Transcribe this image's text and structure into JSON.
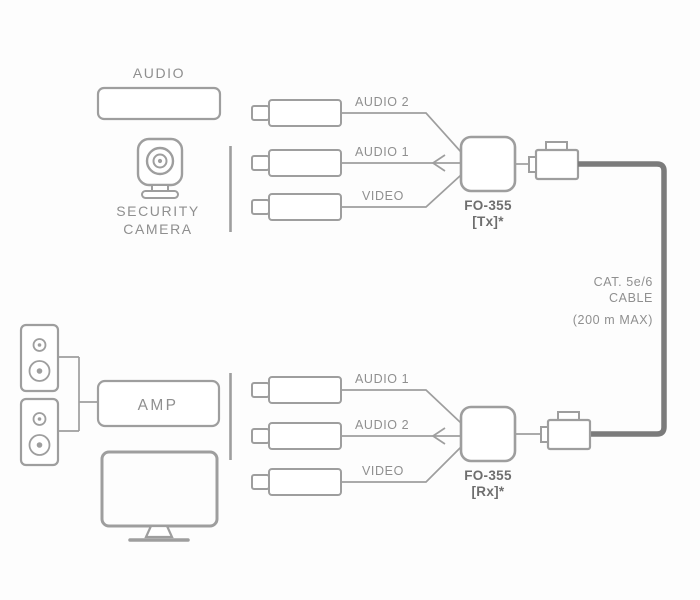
{
  "colors": {
    "background": "#fdfdfd",
    "line": "#9e9e9e",
    "text": "#8f8f8f",
    "text_dark": "#6e6e6e",
    "cable": "#7b7b7b"
  },
  "top": {
    "audio_label": "AUDIO",
    "camera_label": [
      "SECURITY",
      "CAMERA"
    ],
    "ports": [
      {
        "label": "AUDIO 2"
      },
      {
        "label": "AUDIO 1"
      },
      {
        "label": "VIDEO"
      }
    ],
    "device": {
      "name": "FO-355",
      "role": "[Tx]*"
    }
  },
  "bottom": {
    "amp_label": "AMP",
    "ports": [
      {
        "label": "AUDIO 1"
      },
      {
        "label": "AUDIO 2"
      },
      {
        "label": "VIDEO"
      }
    ],
    "device": {
      "name": "FO-355",
      "role": "[Rx]*"
    }
  },
  "cable": {
    "label": [
      "CAT. 5e/6",
      "CABLE",
      "(200 m MAX)"
    ]
  }
}
